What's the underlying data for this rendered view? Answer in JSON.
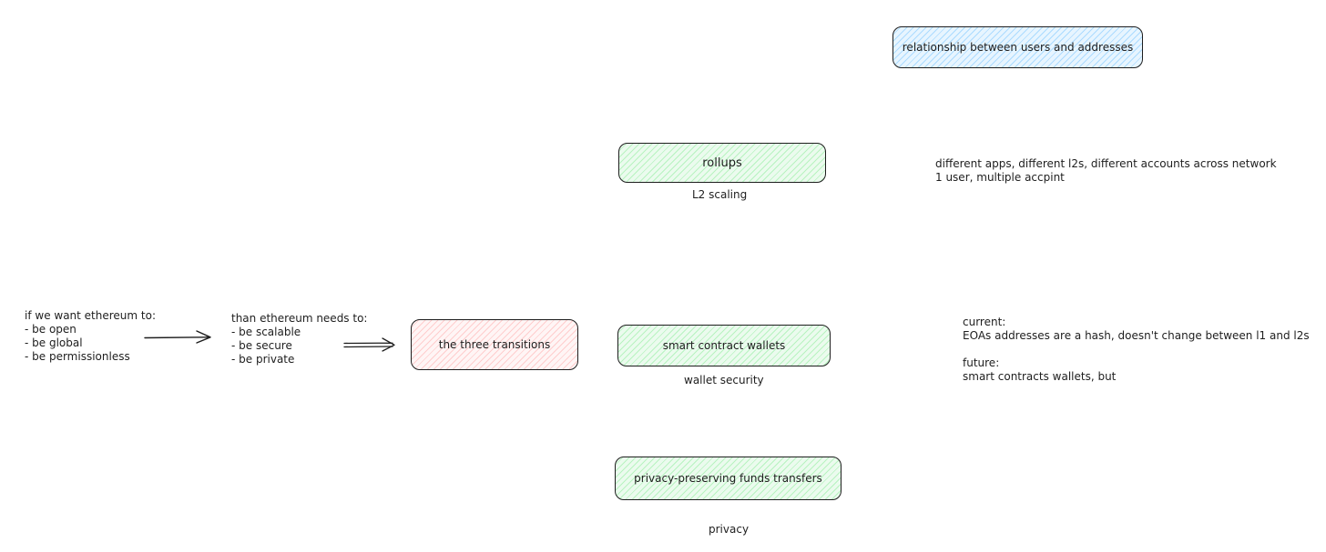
{
  "colors": {
    "stroke": "#1e1e1e",
    "green_fill": "#b2f2bb",
    "pink_fill": "#ffc9c9",
    "blue_fill": "#a5d8ff"
  },
  "wants": {
    "lines": [
      "if we want ethereum to:",
      "- be open",
      "- be global",
      "- be permissionless"
    ]
  },
  "needs": {
    "lines": [
      "than ethereum needs to:",
      "- be scalable",
      "- be secure",
      "- be private"
    ]
  },
  "boxes": {
    "three_transitions": "the three transitions",
    "rollups": "rollups",
    "smart_contract_wallets": "smart contract wallets",
    "privacy_transfers": "privacy-preserving funds transfers",
    "relationship": "relationship between users and addresses"
  },
  "captions": {
    "rollups": "L2 scaling",
    "wallets": "wallet security",
    "privacy": "privacy"
  },
  "notes": {
    "accounts": [
      "different apps, different l2s, different accounts across network",
      "1 user, multiple accpint"
    ],
    "current": [
      "current:",
      "EOAs addresses are a hash, doesn't change between l1 and l2s",
      "",
      "future:",
      "smart contracts wallets, but"
    ]
  }
}
